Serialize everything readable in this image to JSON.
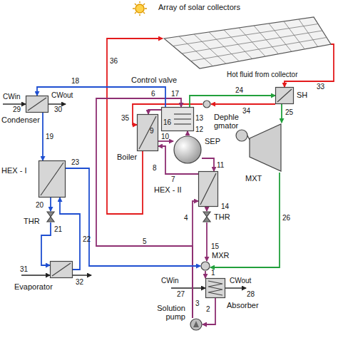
{
  "diagram": {
    "nodes": [
      {
        "text": [
          "Array of solar collectors"
        ]
      },
      {
        "text": [
          "SH"
        ]
      },
      {
        "text": [
          "MXT"
        ]
      },
      {
        "text": [
          "Dephle gmator"
        ]
      },
      {
        "text": [
          "SEP"
        ]
      },
      {
        "text": [
          "Boiler"
        ]
      },
      {
        "text": [
          "HEX - II"
        ]
      },
      {
        "text": [
          "THR"
        ]
      },
      {
        "text": [
          "MXR"
        ]
      },
      {
        "text": [
          "Absorber"
        ]
      },
      {
        "text": [
          "Solution pump"
        ]
      },
      {
        "text": [
          "Condenser"
        ]
      },
      {
        "text": [
          "HEX - I"
        ]
      },
      {
        "text": [
          "THR"
        ]
      },
      {
        "text": [
          "Evaporator"
        ]
      },
      {
        "text": [
          "Control valve"
        ]
      }
    ],
    "edges": [
      {
        "from": 0,
        "to": 1,
        "arrow": "to"
      },
      {
        "from": 1,
        "to": 15,
        "arrow": "to"
      },
      {
        "from": 15,
        "to": 5,
        "arrow": "to"
      },
      {
        "from": 5,
        "to": 0,
        "arrow": "to"
      },
      {
        "from": 1,
        "to": 2,
        "arrow": "to"
      },
      {
        "from": 2,
        "to": 8,
        "arrow": "to"
      },
      {
        "from": 8,
        "to": 9,
        "arrow": "to"
      },
      {
        "from": 9,
        "to": 10,
        "arrow": "to"
      },
      {
        "from": 10,
        "to": 6,
        "arrow": "to"
      },
      {
        "from": 10,
        "to": 3,
        "arrow": "to"
      },
      {
        "from": 6,
        "to": 5,
        "arrow": "to"
      },
      {
        "from": 5,
        "to": 4,
        "arrow": "to"
      },
      {
        "from": 4,
        "to": 3,
        "arrow": "to"
      },
      {
        "from": 3,
        "to": 5,
        "arrow": "to"
      },
      {
        "from": 3,
        "to": 11,
        "arrow": "to"
      },
      {
        "from": 4,
        "to": 6,
        "arrow": "to"
      },
      {
        "from": 3,
        "to": 1,
        "arrow": "to"
      },
      {
        "from": 6,
        "to": 7,
        "arrow": "to"
      },
      {
        "from": 7,
        "to": 8,
        "arrow": "to"
      },
      {
        "from": 11,
        "to": 12,
        "arrow": "to"
      },
      {
        "from": 12,
        "to": 13,
        "arrow": "to"
      },
      {
        "from": 13,
        "to": 14,
        "arrow": "to"
      },
      {
        "from": 14,
        "to": 12,
        "arrow": "to"
      },
      {
        "from": 12,
        "to": 8,
        "arrow": "to"
      }
    ],
    "labels": [
      "1",
      "2",
      "3",
      "4",
      "5",
      "6",
      "7",
      "8",
      "9",
      "10",
      "11",
      "12",
      "13",
      "14",
      "15",
      "16",
      "17",
      "18",
      "19",
      "20",
      "21",
      "22",
      "23",
      "24",
      "25",
      "26",
      "27",
      "28",
      "29",
      "30",
      "31",
      "32",
      "33",
      "34",
      "35",
      "36",
      "CWin",
      "CWout",
      "CWin",
      "CWout",
      "Hot fluid from collector"
    ]
  }
}
